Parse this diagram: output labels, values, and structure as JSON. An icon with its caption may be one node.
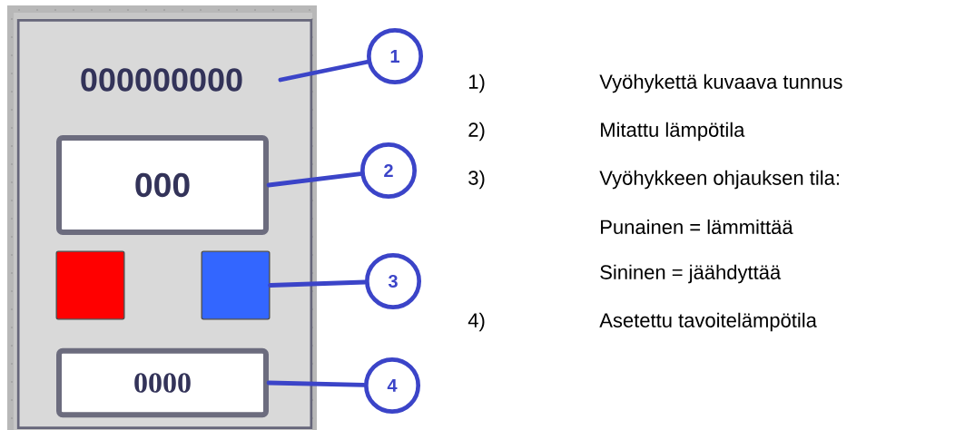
{
  "diagram": {
    "nodes": [
      {
        "text": [],
        "shape": "box"
      },
      {
        "text": [
          "000000000"
        ],
        "in": 0
      },
      {
        "text": [
          "000"
        ],
        "in": 0
      },
      {
        "text": [],
        "shape": "box",
        "in": 0
      },
      {
        "text": [],
        "shape": "box",
        "in": 0
      },
      {
        "text": [
          "0000"
        ],
        "in": 0
      },
      {
        "text": [
          "1"
        ]
      },
      {
        "text": [
          "2"
        ]
      },
      {
        "text": [
          "3"
        ]
      },
      {
        "text": [
          "4"
        ]
      }
    ],
    "edges": [
      {
        "from": 6,
        "to": 1,
        "arrow": "none"
      },
      {
        "from": 7,
        "to": 2,
        "arrow": "none"
      },
      {
        "from": 8,
        "to": 4,
        "arrow": "none"
      },
      {
        "from": 9,
        "to": 5,
        "arrow": "none"
      }
    ],
    "labels": [
      "1)",
      "Vyöhykettä kuvaava tunnus",
      "2)",
      "Mitattu lämpötila",
      "3)",
      "Vyöhykkeen ohjauksen tila:",
      "Punainen = lämmittää",
      "Sininen = jäähdyttää",
      "4)",
      "Asetettu tavoitelämpötila"
    ]
  }
}
